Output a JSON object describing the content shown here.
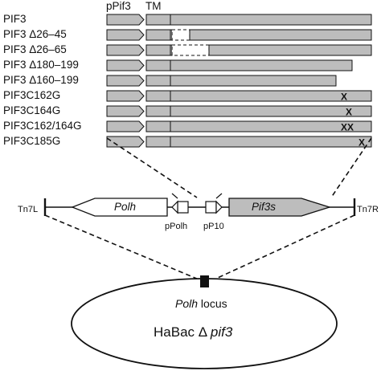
{
  "header": {
    "promoter_label": "pPif3",
    "tm_label": "TM"
  },
  "constructs": [
    {
      "name": "PIF3",
      "deletion": null,
      "length": "full",
      "mutations": 0
    },
    {
      "name": "PIF3 Δ26–45",
      "deletion": "26-45",
      "length": "full",
      "mutations": 0
    },
    {
      "name": "PIF3 Δ26–65",
      "deletion": "26-65",
      "length": "full",
      "mutations": 0
    },
    {
      "name": "PIF3 Δ180–199",
      "deletion": "180-199",
      "length": "truncated",
      "mutations": 0
    },
    {
      "name": "PIF3 Δ160–199",
      "deletion": "160-199",
      "length": "truncated",
      "mutations": 0
    },
    {
      "name": "PIF3C162G",
      "deletion": null,
      "length": "full",
      "mutations": 1,
      "mutation_mark": "X"
    },
    {
      "name": "PIF3C164G",
      "deletion": null,
      "length": "full",
      "mutations": 1,
      "mutation_mark": "X"
    },
    {
      "name": "PIF3C162/164G",
      "deletion": null,
      "length": "full",
      "mutations": 2,
      "mutation_mark": "XX"
    },
    {
      "name": "PIF3C185G",
      "deletion": null,
      "length": "full",
      "mutations": 1,
      "mutation_mark": "X"
    }
  ],
  "cassette": {
    "left_end": "Tn7L",
    "right_end": "Tn7R",
    "polh_gene": "Polh",
    "pif3s_gene": "Pif3s",
    "promoter_polh": "pPolh",
    "promoter_p10": "pP10"
  },
  "genome": {
    "locus_label_italic": "Polh",
    "locus_label_rest": " locus",
    "name_prefix": "HaBac Δ ",
    "name_gene": "pif3"
  },
  "colors": {
    "fill_gray": "#bdbdbd",
    "stroke": "#111111",
    "background": "#ffffff"
  }
}
